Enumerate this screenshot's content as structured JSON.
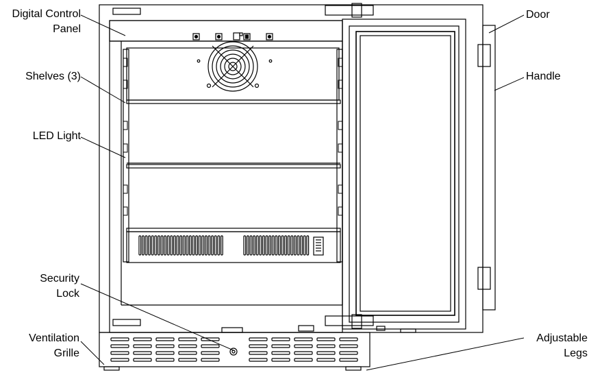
{
  "labels": {
    "digital_control_panel": [
      "Digital Control",
      "Panel"
    ],
    "shelves": "Shelves (3)",
    "led_light": "LED Light",
    "security_lock": [
      "Security",
      "Lock"
    ],
    "ventilation_grille": [
      "Ventilation",
      "Grille"
    ],
    "door": "Door",
    "handle": "Handle",
    "adjustable_legs": [
      "Adjustable",
      "Legs"
    ]
  },
  "colors": {
    "line": "#000000",
    "background": "#ffffff"
  },
  "icons": [
    "fan-icon",
    "control-button-icon"
  ]
}
